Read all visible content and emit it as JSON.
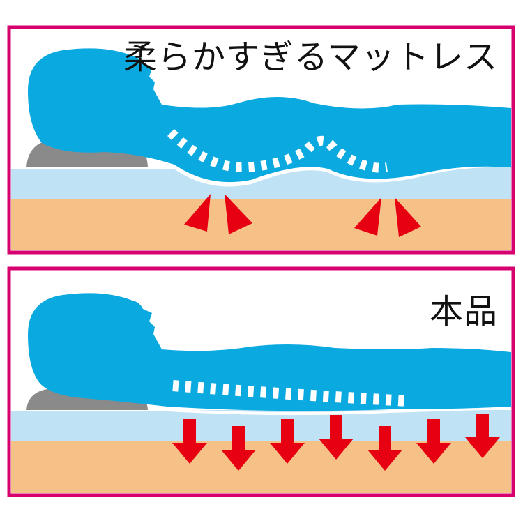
{
  "panels": [
    {
      "id": "top",
      "label": "柔らかすぎるマットレス",
      "arrow_type": "pressure-wedges"
    },
    {
      "id": "bottom",
      "label": "本品",
      "arrow_type": "down-arrows"
    }
  ],
  "colors": {
    "frame": "#d6006f",
    "body": "#0aa9e0",
    "mattress": "#bfe3f5",
    "floor": "#f5c187",
    "pillow": "#8a8a8a",
    "arrow": "#e60012",
    "text": "#111111"
  }
}
